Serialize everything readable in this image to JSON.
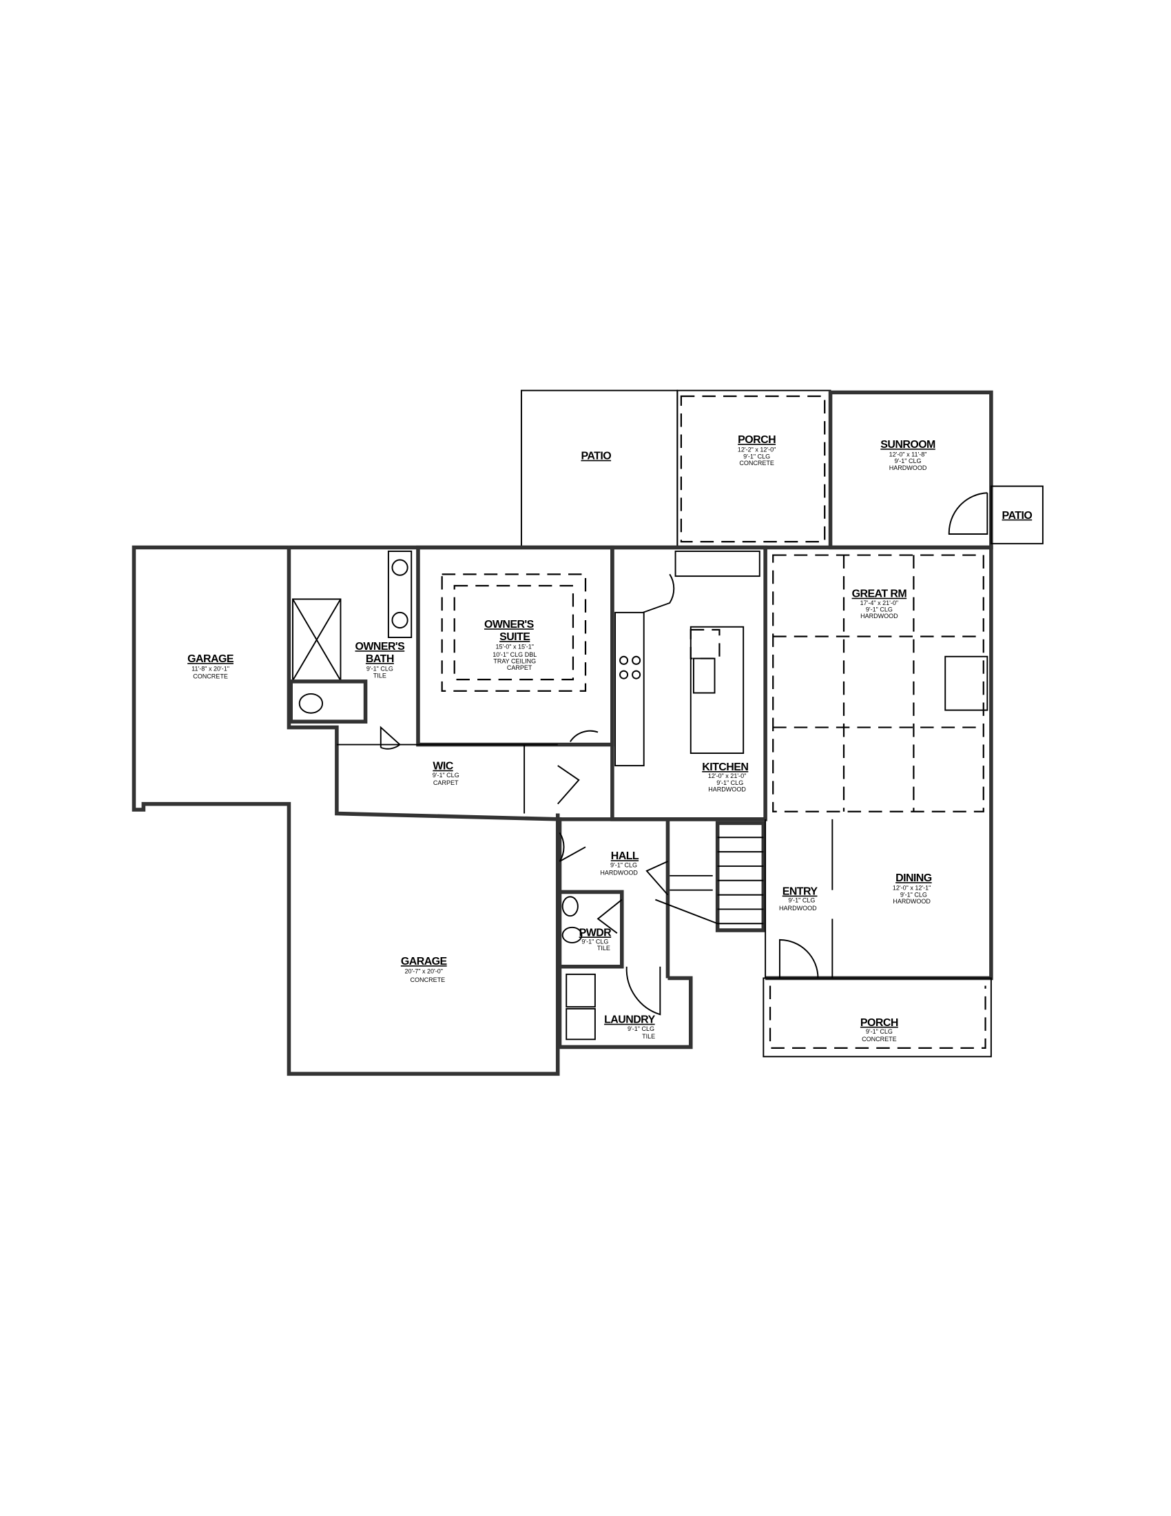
{
  "rooms": {
    "patio_top": {
      "name": "PATIO"
    },
    "porch_rear": {
      "name": "PORCH",
      "size": "12'-2\" x 12'-0\"",
      "ceiling": "9'-1\" CLG",
      "floor": "CONCRETE"
    },
    "sunroom": {
      "name": "SUNROOM",
      "size": "12'-0\" x 11'-8\"",
      "ceiling": "9'-1\" CLG",
      "floor": "HARDWOOD"
    },
    "patio_side": {
      "name": "PATIO"
    },
    "garage_side": {
      "name": "GARAGE",
      "size": "11'-8\" x 20'-1\"",
      "floor": "CONCRETE"
    },
    "owners_bath": {
      "name1": "OWNER'S",
      "name2": "BATH",
      "ceiling": "9'-1\" CLG",
      "floor": "TILE"
    },
    "owners_suite": {
      "name1": "OWNER'S",
      "name2": "SUITE",
      "size": "15'-0\" x 15'-1\"",
      "ceiling": "10'-1\" CLG DBL",
      "ceiling2": "TRAY CEILING",
      "floor": "CARPET"
    },
    "great_rm": {
      "name": "GREAT RM",
      "size": "17'-4\" x 21'-0\"",
      "ceiling": "9'-1\" CLG",
      "floor": "HARDWOOD"
    },
    "wic": {
      "name": "WIC",
      "ceiling": "9'-1\" CLG",
      "floor": "CARPET"
    },
    "kitchen": {
      "name": "KITCHEN",
      "size": "12'-0\" x 21'-0\"",
      "ceiling": "9'-1\" CLG",
      "floor": "HARDWOOD"
    },
    "hall": {
      "name": "HALL",
      "ceiling": "9'-1\" CLG",
      "floor": "HARDWOOD"
    },
    "entry": {
      "name": "ENTRY",
      "ceiling": "9'-1\" CLG",
      "floor": "HARDWOOD"
    },
    "dining": {
      "name": "DINING",
      "size": "12'-0\" x 12'-1\"",
      "ceiling": "9'-1\" CLG",
      "floor": "HARDWOOD"
    },
    "pwdr": {
      "name": "PWDR",
      "ceiling": "9'-1\" CLG",
      "floor": "TILE"
    },
    "garage_main": {
      "name": "GARAGE",
      "size": "20'-7\" x 20'-0\"",
      "floor": "CONCRETE"
    },
    "laundry": {
      "name": "LAUNDRY",
      "ceiling": "9'-1\" CLG",
      "floor": "TILE"
    },
    "porch_front": {
      "name": "PORCH",
      "ceiling": "9'-1\" CLG",
      "floor": "CONCRETE"
    }
  }
}
